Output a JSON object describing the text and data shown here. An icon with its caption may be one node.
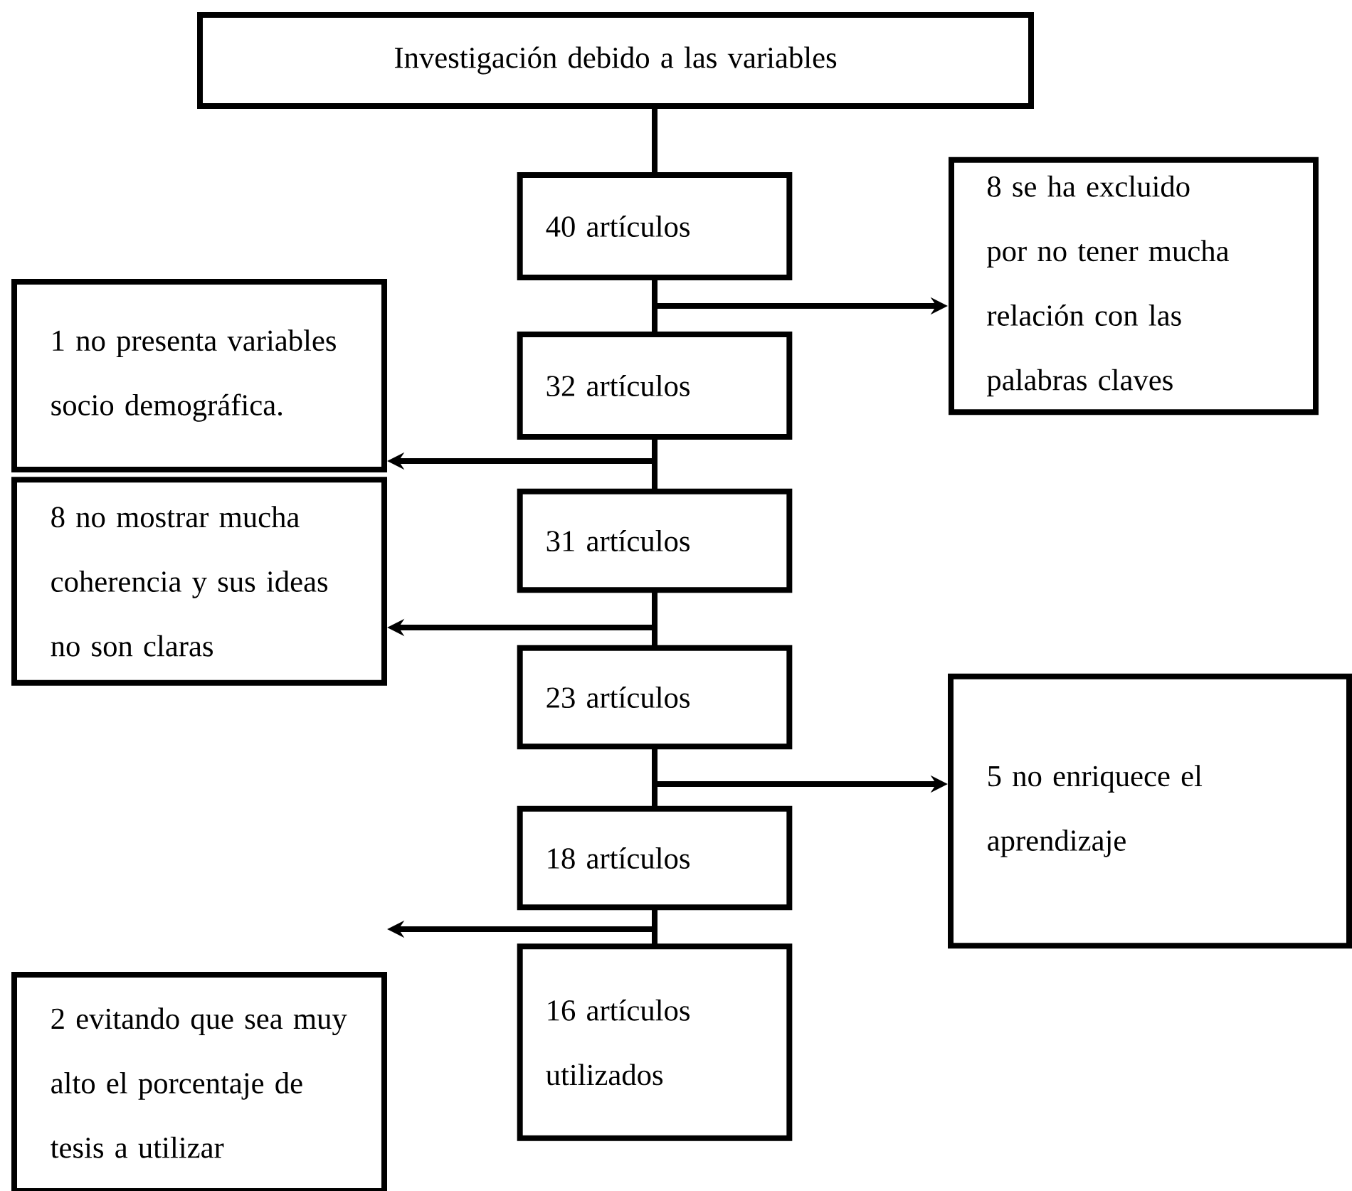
{
  "diagram": {
    "nodes": [
      {
        "text": [
          "Investigación debido a las variables"
        ]
      },
      {
        "text": [
          "40 artículos"
        ]
      },
      {
        "text": [
          "8 se ha excluido por no tener mucha relación con las palabras claves"
        ]
      },
      {
        "text": [
          "32 artículos"
        ]
      },
      {
        "text": [
          "1 no presenta variables socio demográfica."
        ]
      },
      {
        "text": [
          "31 artículos"
        ]
      },
      {
        "text": [
          "8 no mostrar mucha coherencia y sus ideas no son claras"
        ]
      },
      {
        "text": [
          "23 artículos"
        ]
      },
      {
        "text": [
          "5 no enriquece el aprendizaje"
        ]
      },
      {
        "text": [
          "18 artículos"
        ]
      },
      {
        "text": [
          "2 evitando que sea muy alto el porcentaje de tesis a utilizar"
        ]
      },
      {
        "text": [
          "16 artículos utilizados"
        ]
      }
    ],
    "edges": [
      {
        "from": 0,
        "to": 1,
        "arrow": "none"
      },
      {
        "from": 1,
        "to": 3,
        "arrow": "none"
      },
      {
        "from": 3,
        "to": 5,
        "arrow": "none"
      },
      {
        "from": 5,
        "to": 7,
        "arrow": "none"
      },
      {
        "from": 7,
        "to": 9,
        "arrow": "none"
      },
      {
        "from": 9,
        "to": 11,
        "arrow": "none"
      },
      {
        "from": 1,
        "to": 2,
        "arrow": "to"
      },
      {
        "from": 3,
        "to": 4,
        "arrow": "to"
      },
      {
        "from": 5,
        "to": 6,
        "arrow": "to"
      },
      {
        "from": 7,
        "to": 8,
        "arrow": "to"
      },
      {
        "from": 9,
        "to": 10,
        "arrow": "to"
      }
    ]
  }
}
